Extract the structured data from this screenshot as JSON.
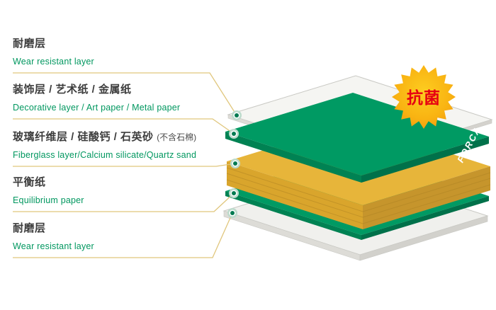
{
  "labels": [
    {
      "zh": "耐磨层",
      "en": "Wear resistant layer"
    },
    {
      "zh": "装饰层 / 艺术纸 / 金属纸",
      "en": "Decorative layer / Art paper / Metal paper"
    },
    {
      "zh": "玻璃纤维层 / 硅酸钙 / 石英砂",
      "note": "(不含石棉)",
      "en": "Fiberglass layer/Calcium silicate/Quartz sand"
    },
    {
      "zh": "平衡纸",
      "en": "Equilibrium paper"
    },
    {
      "zh": "耐磨层",
      "en": "Wear resistant layer"
    }
  ],
  "badge": {
    "label": "抗菌"
  },
  "brand": {
    "label": "FORCA"
  },
  "colors": {
    "label_zh_gray": "#3d3d3d",
    "label_en_green": "#00975f",
    "layer_green_top": "#009a63",
    "layer_green_side": "#007a50",
    "layer_yellow_top": "#e7b53a",
    "layer_yellow_side": "#c6952c",
    "sheet_white": "#f5f5f2",
    "leader_line_gold": "#e0c67c",
    "leader_dot_green": "#007a50",
    "badge_orange": "#f9b312",
    "badge_text_red": "#e60012",
    "brand_white": "#ffffff"
  }
}
